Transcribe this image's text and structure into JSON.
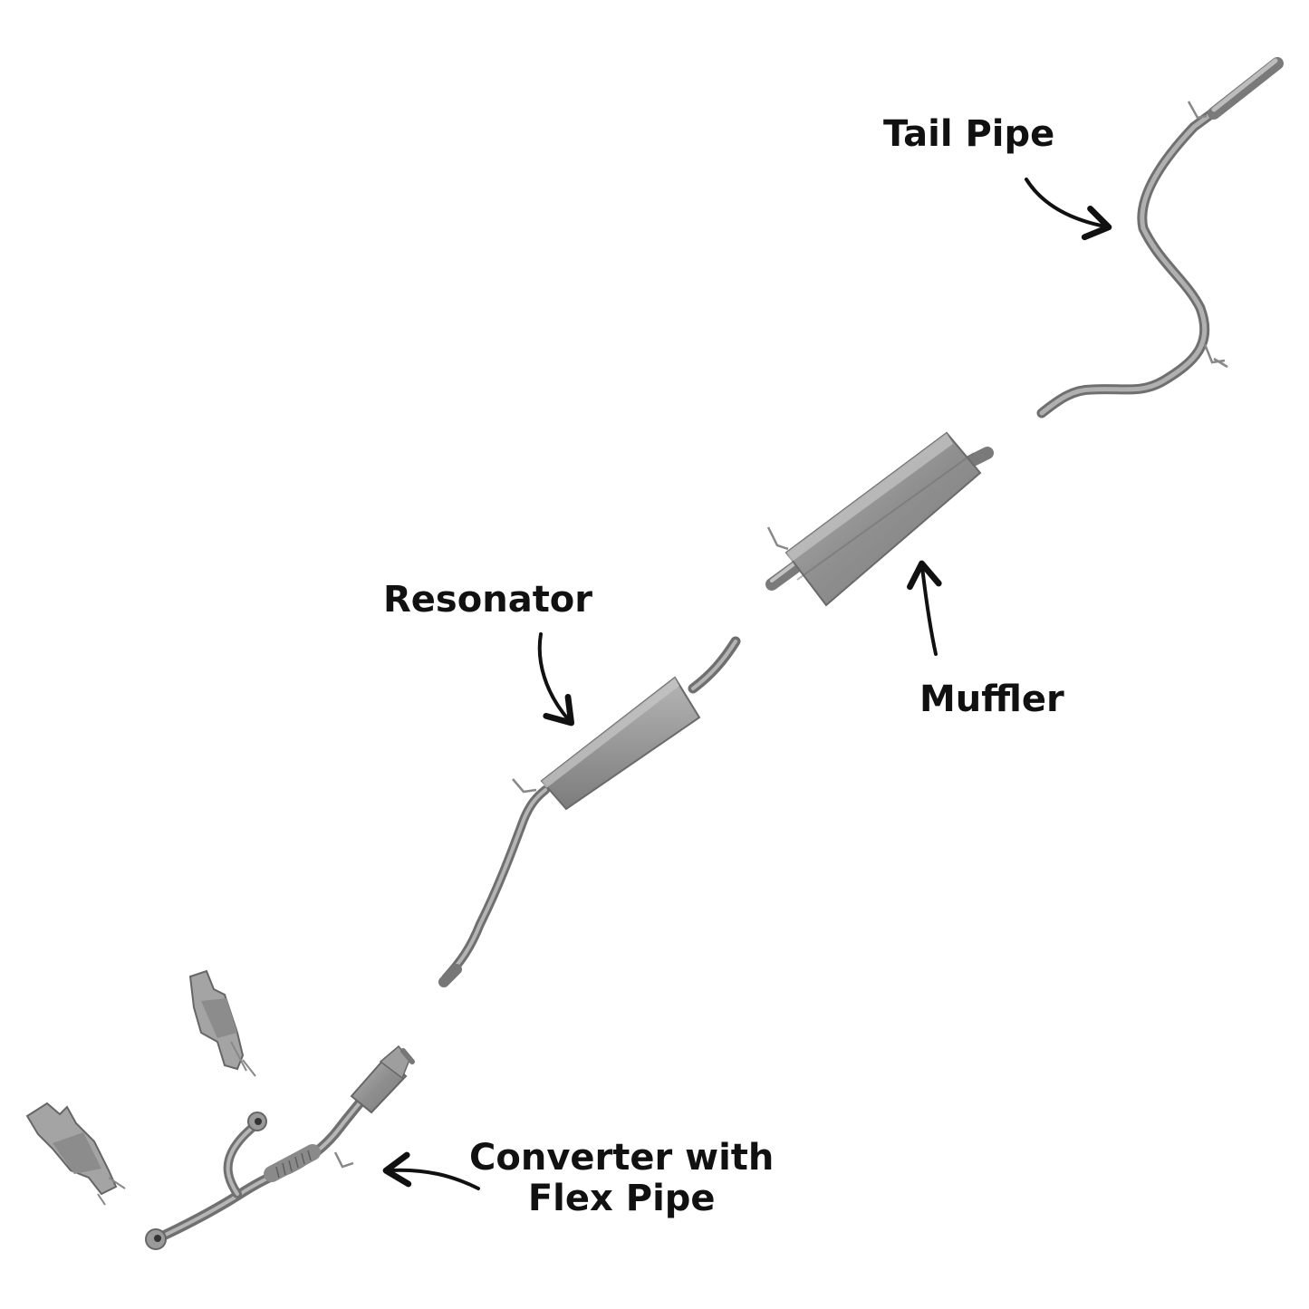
{
  "labels": {
    "tail_pipe": "Tail Pipe",
    "resonator": "Resonator",
    "muffler": "Muffler",
    "converter_line1": "Converter with",
    "converter_line2": "Flex Pipe"
  },
  "colors": {
    "background": "#ffffff",
    "pipe": "#9a9a9a",
    "pipe_highlight": "#c4c4c4",
    "pipe_shadow": "#6f6f6f",
    "label_text": "#111111",
    "arrow": "#111111"
  },
  "icons": {
    "arrow": "curved-arrow-icon"
  }
}
